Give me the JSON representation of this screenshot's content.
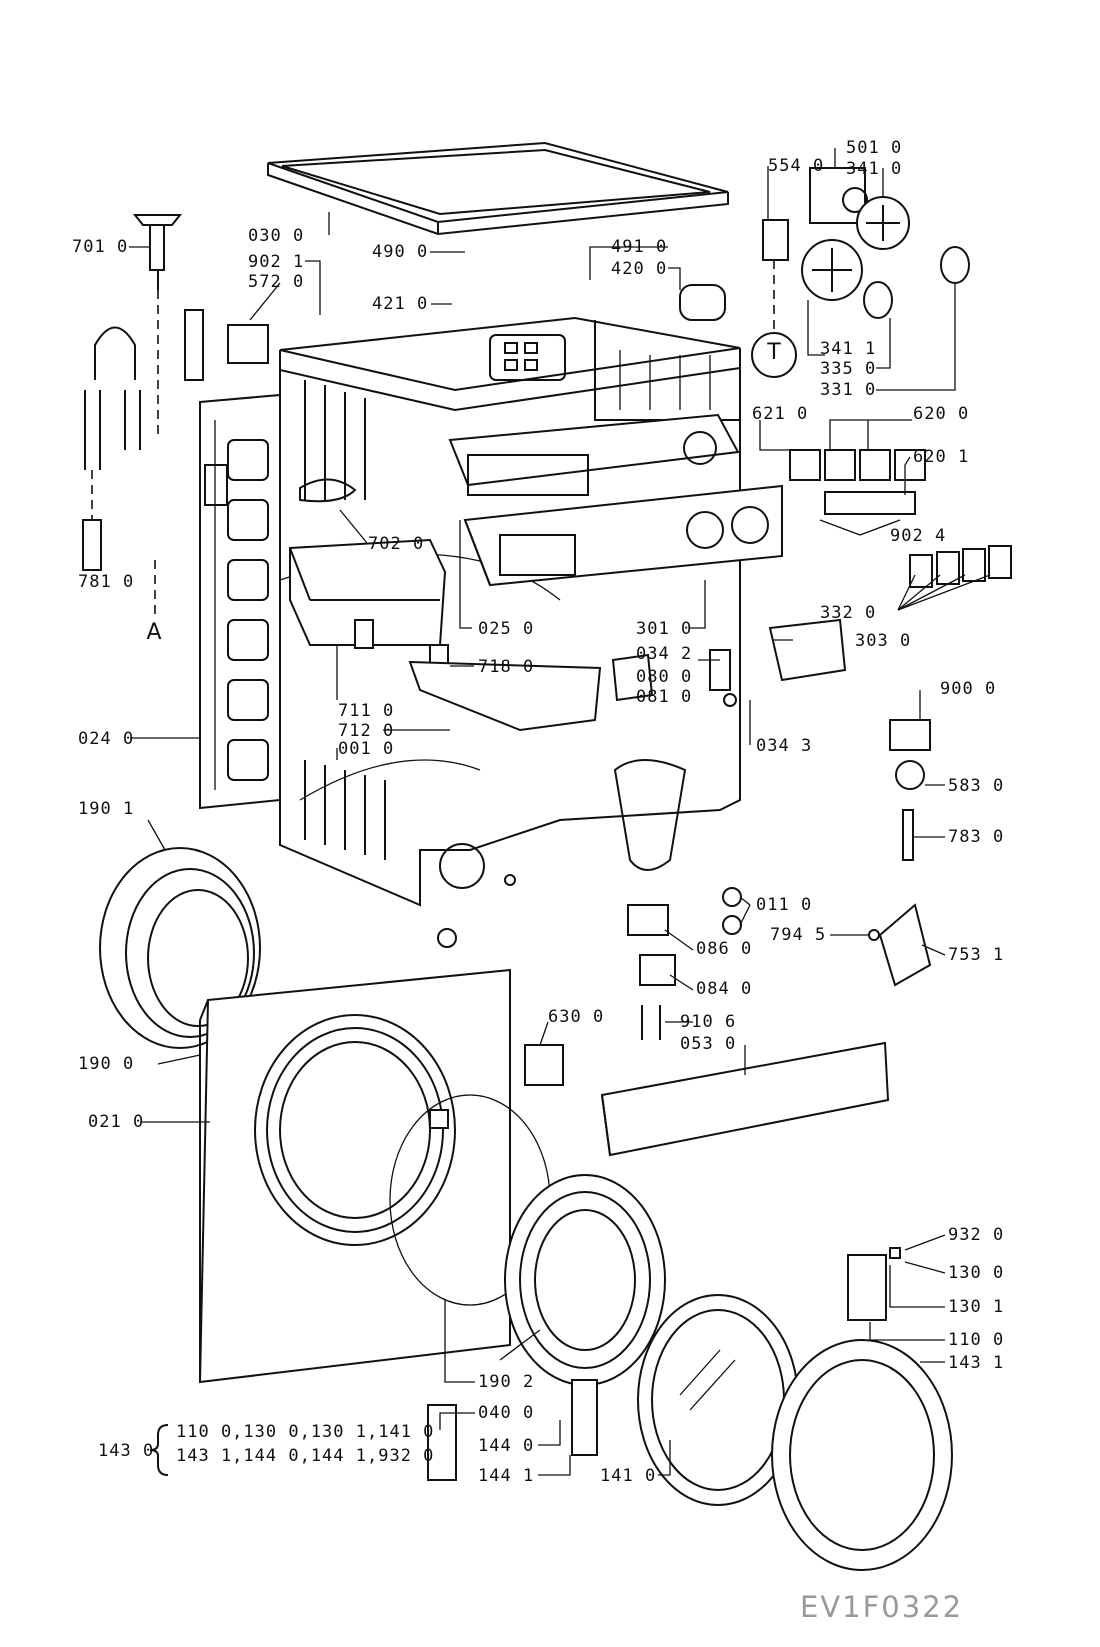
{
  "drawing_code": "EV1F0322",
  "callouts": {
    "a": "A",
    "t": "T"
  },
  "parts": {
    "p030_0": "030 0",
    "p701_0": "701 0",
    "p902_1": "902 1",
    "p572_0": "572 0",
    "p490_0": "490 0",
    "p491_0": "491 0",
    "p420_0": "420 0",
    "p421_0": "421 0",
    "p554_0": "554 0",
    "p501_0": "501 0",
    "p341_0": "341 0",
    "p341_1": "341 1",
    "p335_0": "335 0",
    "p331_0": "331 0",
    "p621_0": "621 0",
    "p620_0": "620 0",
    "p620_1": "620 1",
    "p902_4": "902 4",
    "p702_0": "702 0",
    "p781_0": "781 0",
    "p025_0": "025 0",
    "p301_0": "301 0",
    "p303_0": "303 0",
    "p332_0": "332 0",
    "p034_2": "034 2",
    "p080_0": "080 0",
    "p081_0": "081 0",
    "p718_0": "718 0",
    "p711_0": "711 0",
    "p712_0": "712 0",
    "p001_0": "001 0",
    "p024_0": "024 0",
    "p034_3": "034 3",
    "p900_0": "900 0",
    "p583_0": "583 0",
    "p783_0": "783 0",
    "p190_1": "190 1",
    "p011_0": "011 0",
    "p794_5": "794 5",
    "p753_1": "753 1",
    "p086_0": "086 0",
    "p084_0": "084 0",
    "p910_6": "910 6",
    "p630_0": "630 0",
    "p053_0": "053 0",
    "p190_0": "190 0",
    "p021_0": "021 0",
    "p932_0": "932 0",
    "p130_0": "130 0",
    "p130_1": "130 1",
    "p110_0": "110 0",
    "p143_1": "143 1",
    "p190_2": "190 2",
    "p040_0": "040 0",
    "p144_0": "144 0",
    "p144_1": "144 1",
    "p141_0": "141 0",
    "p143_0": "143 0"
  },
  "kit_143_0": {
    "line1": "110 0,130 0,130 1,141 0",
    "line2": "143 1,144 0,144 1,932 0"
  }
}
